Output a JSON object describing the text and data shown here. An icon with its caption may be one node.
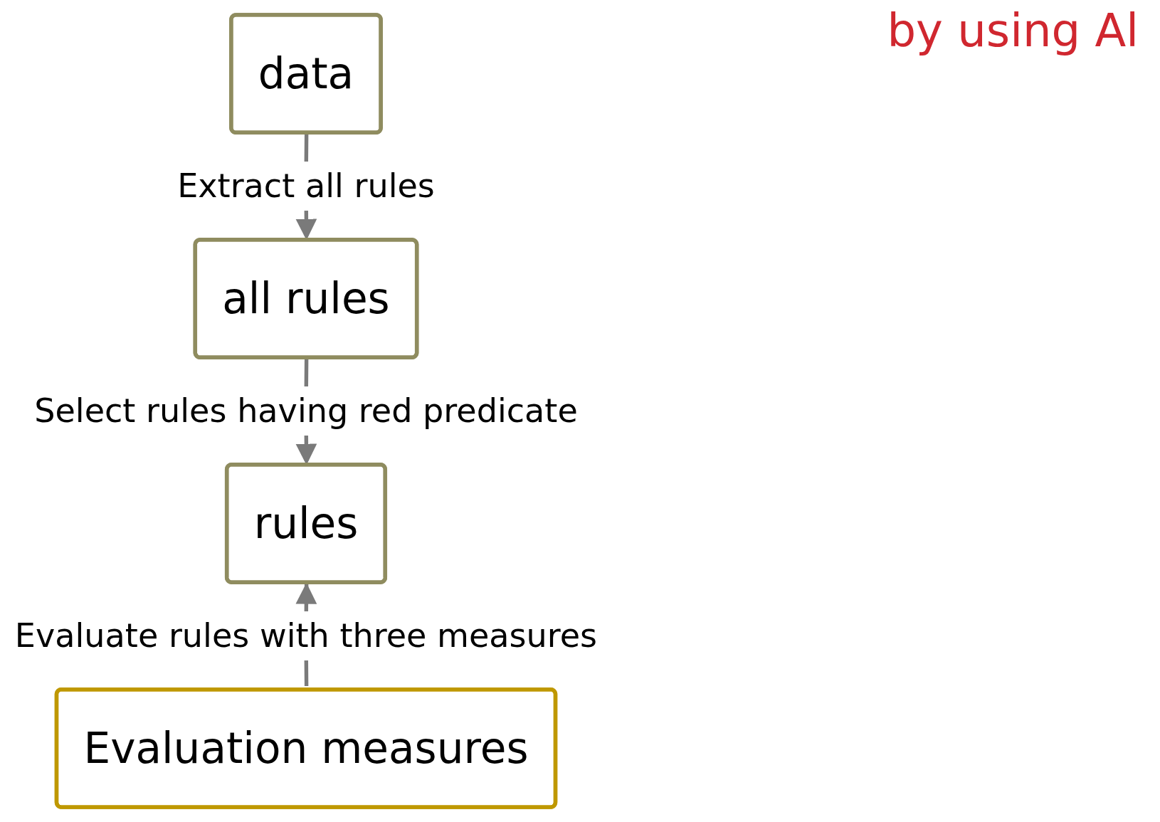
{
  "diagram": {
    "title": "by using Al",
    "nodes": [
      {
        "text": [
          "data"
        ]
      },
      {
        "text": [
          "all rules"
        ]
      },
      {
        "text": [
          "rules"
        ]
      },
      {
        "text": [
          "Evaluation measures"
        ]
      }
    ],
    "edges": [
      {
        "from": 0,
        "to": 1,
        "arrow": "to",
        "label": "Extract all rules"
      },
      {
        "from": 1,
        "to": 2,
        "arrow": "to",
        "label": "Select rules having red predicate"
      },
      {
        "from": 3,
        "to": 2,
        "arrow": "to",
        "label": "Evaluate rules with three measures"
      }
    ]
  }
}
